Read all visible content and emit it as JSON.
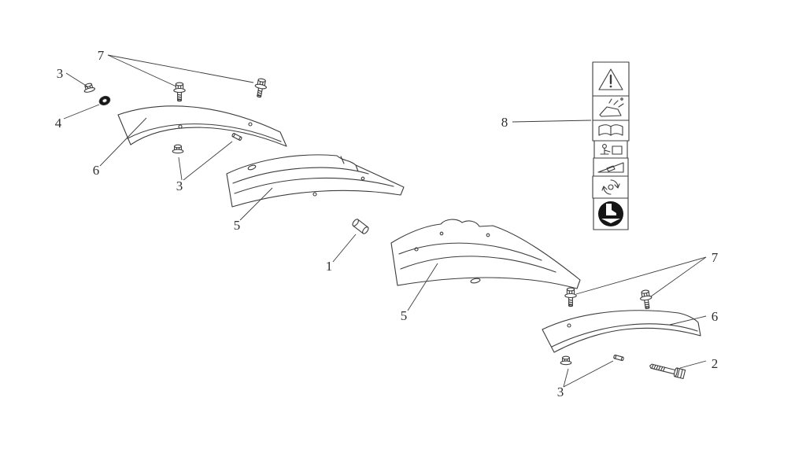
{
  "page": {
    "background": "#ffffff",
    "description": "Exploded parts diagram with numbered callouts and safety decal strip"
  },
  "colors": {
    "line": "#3c3c3c",
    "label": "#2e2e2e",
    "decal_dark": "#161616",
    "background": "#ffffff"
  },
  "diagram": {
    "type": "exploded-parts-diagram",
    "callouts": {
      "bolts_top": "7",
      "nut_top_left": "3",
      "washer_top_left": "4",
      "panel_top_left": "6",
      "nut_mid_left": "3",
      "panel_mid_upper": "5",
      "spacer_center": "1",
      "panel_mid_lower": "5",
      "decal_strip": "8",
      "bolts_bottom": "7",
      "panel_bottom_right": "6",
      "nut_bottom": "3",
      "hex_bolt_long": "2"
    },
    "decal_icons": [
      "warning-triangle-icon",
      "thrown-objects-icon",
      "read-manual-icon",
      "operator-instruction-icon",
      "slope-hazard-icon",
      "rotating-blade-icon",
      "keep-feet-away-icon"
    ]
  }
}
